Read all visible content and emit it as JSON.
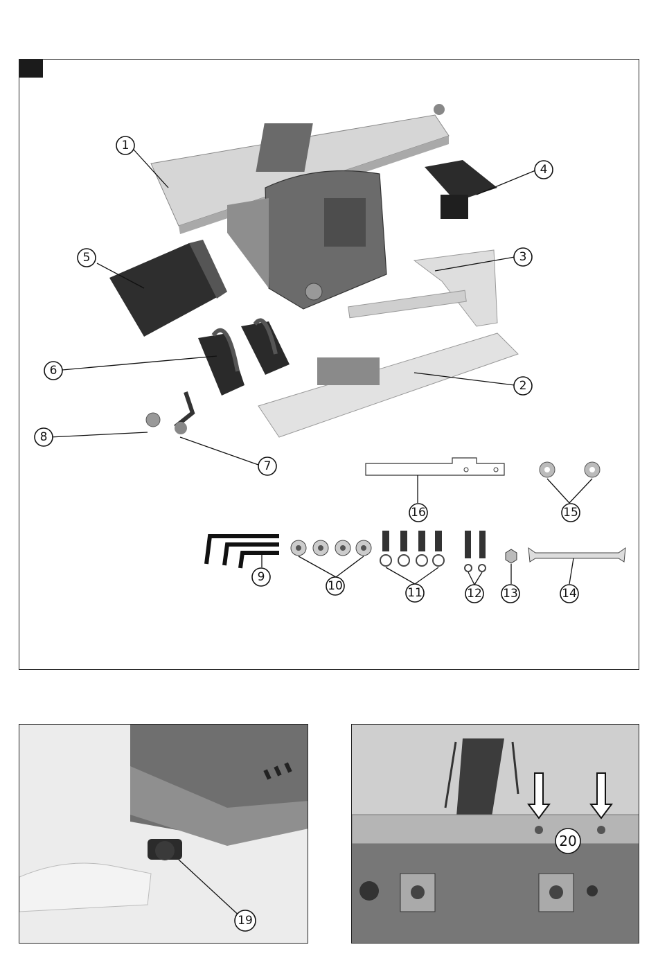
{
  "figure_main": {
    "callouts": [
      {
        "id": "c1",
        "label": "1"
      },
      {
        "id": "c2",
        "label": "2"
      },
      {
        "id": "c3",
        "label": "3"
      },
      {
        "id": "c4",
        "label": "4"
      },
      {
        "id": "c5",
        "label": "5"
      },
      {
        "id": "c6",
        "label": "6"
      },
      {
        "id": "c7",
        "label": "7"
      },
      {
        "id": "c8",
        "label": "8"
      },
      {
        "id": "c9",
        "label": "9"
      },
      {
        "id": "c10",
        "label": "10"
      },
      {
        "id": "c11",
        "label": "11"
      },
      {
        "id": "c12",
        "label": "12"
      },
      {
        "id": "c13",
        "label": "13"
      },
      {
        "id": "c14",
        "label": "14"
      },
      {
        "id": "c15",
        "label": "15"
      },
      {
        "id": "c16",
        "label": "16"
      }
    ]
  },
  "figure_left": {
    "callout": "19"
  },
  "figure_right": {
    "callout": "20"
  }
}
